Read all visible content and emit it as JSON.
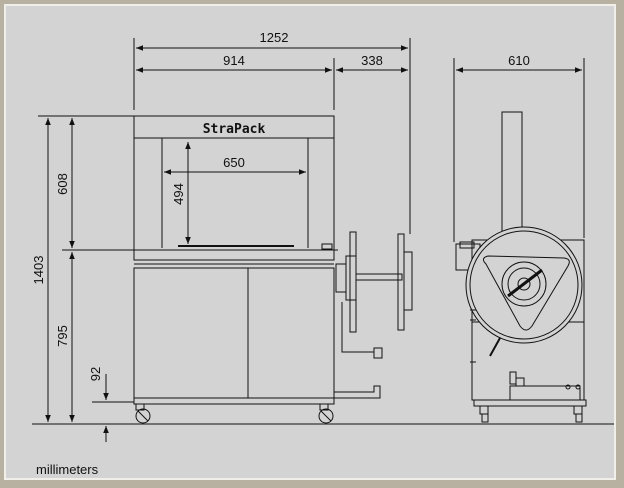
{
  "brand": "StraPack",
  "units": "millimeters",
  "dimensions": {
    "overall_width": "1252",
    "table_width": "914",
    "reel_offset": "338",
    "side_depth": "610",
    "arch_width": "650",
    "arch_height": "494",
    "overall_height": "1403",
    "upper_height": "608",
    "table_height": "795",
    "clearance": "92"
  },
  "colors": {
    "background": "#d3d3d3",
    "outer_border": "#b8b0a0",
    "line": "#111111"
  }
}
